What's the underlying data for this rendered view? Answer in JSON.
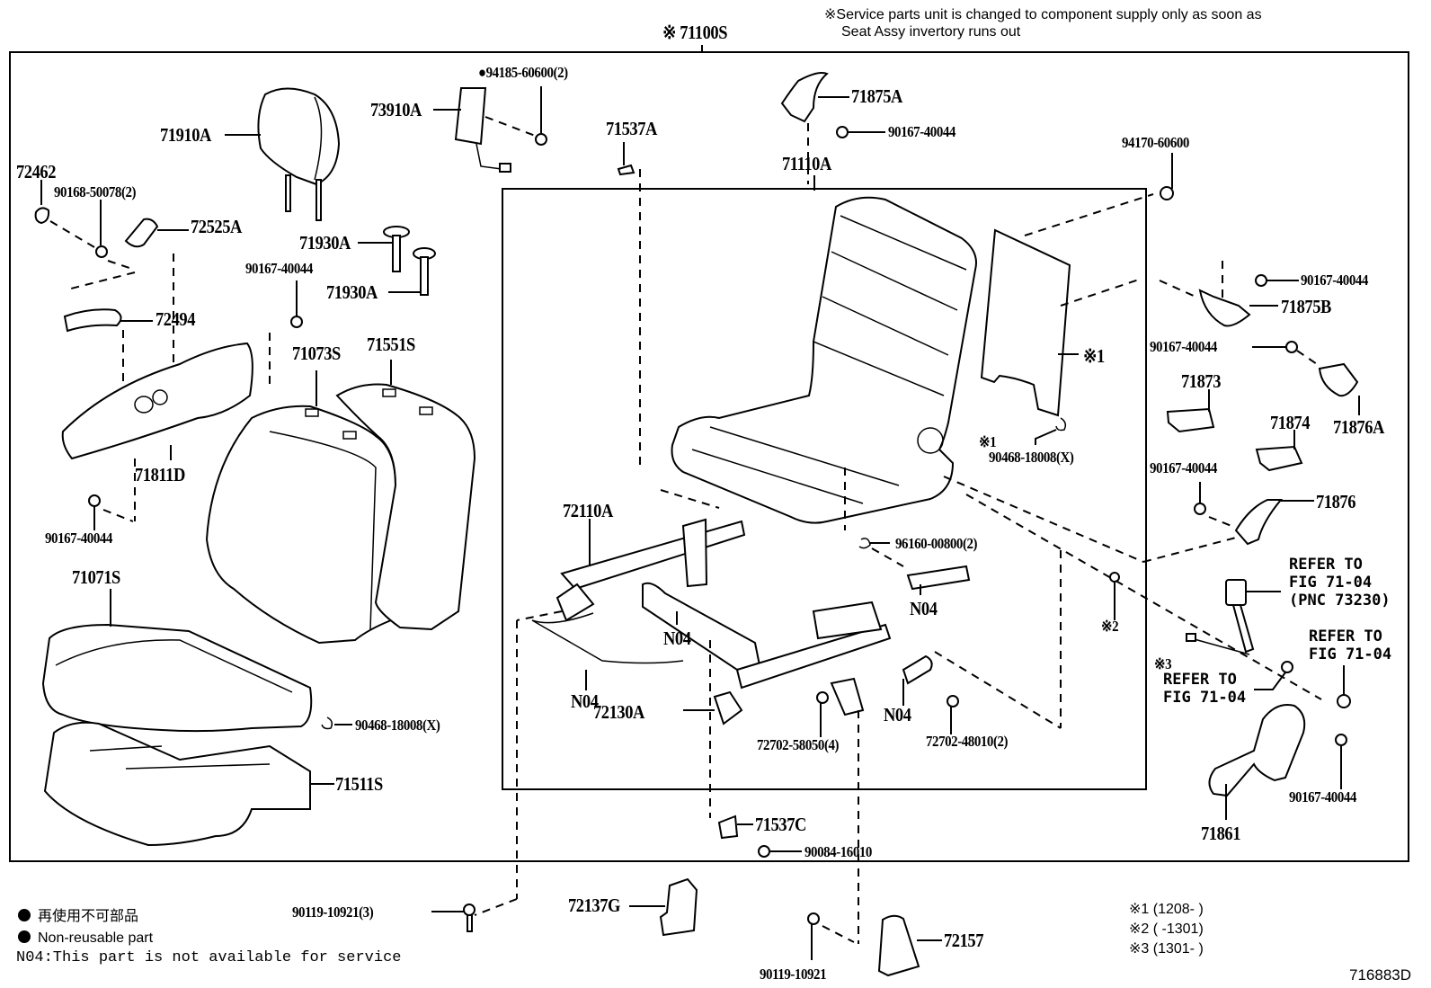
{
  "diagram": {
    "assembly_label": "※ 71100S",
    "header_note_line1": "※Service parts unit is changed to component supply only as soon as",
    "header_note_line2": "Seat Assy invertory runs out",
    "figure_code": "716883D",
    "parts": {
      "p94185": "●94185-60600(2)",
      "p73910A": "73910A",
      "p71910A": "71910A",
      "p72462": "72462",
      "p90168": "90168-50078(2)",
      "p72525A": "72525A",
      "p71930A_1": "71930A",
      "p71930A_2": "71930A",
      "p90167_a": "90167-40044",
      "p72494": "72494",
      "p71073S": "71073S",
      "p71551S": "71551S",
      "p71811D": "71811D",
      "p90167_b": "90167-40044",
      "p71071S": "71071S",
      "p90468_a": "90468-18008(X)",
      "p71511S": "71511S",
      "p71537A": "71537A",
      "p71875A": "71875A",
      "p90167_c": "90167-40044",
      "p71110A": "71110A",
      "p94170": "94170-60600",
      "p90167_d": "90167-40044",
      "p71875B": "71875B",
      "p90167_e": "90167-40044",
      "p71873": "71873",
      "p71874": "71874",
      "p71876A": "71876A",
      "p90167_f": "90167-40044",
      "p71876": "71876",
      "mark1_panel": "※1",
      "mark1_clip": "※1",
      "p90468_b": "90468-18008(X)",
      "p72110A": "72110A",
      "p96160": "96160-00800(2)",
      "n04_a": "N04",
      "n04_b": "N04",
      "n04_c": "N04",
      "n04_d": "N04",
      "p72130A": "72130A",
      "p72702_58050": "72702-58050(4)",
      "p72702_48010": "72702-48010(2)",
      "mark2": "※2",
      "ref1_l1": "REFER TO",
      "ref1_l2": "FIG 71-04",
      "ref1_l3": "(PNC 73230)",
      "ref2_l1": "REFER TO",
      "ref2_l2": "FIG 71-04",
      "mark3": "※3",
      "ref3_l1": "REFER TO",
      "ref3_l2": "FIG 71-04",
      "p90167_g": "90167-40044",
      "p71861": "71861",
      "p71537C": "71537C",
      "p90084": "90084-16010",
      "p90119_3": "90119-10921(3)",
      "p72137G": "72137G",
      "p90119": "90119-10921",
      "p72157": "72157"
    },
    "legend": {
      "non_reusable_jp": "再使用不可部品",
      "non_reusable_en": "Non-reusable part",
      "n04_note": "N04:This part is not available for service"
    },
    "serial_notes": [
      "※1 (1208-    )",
      "※2 (    -1301)",
      "※3 (1301-    )"
    ]
  }
}
